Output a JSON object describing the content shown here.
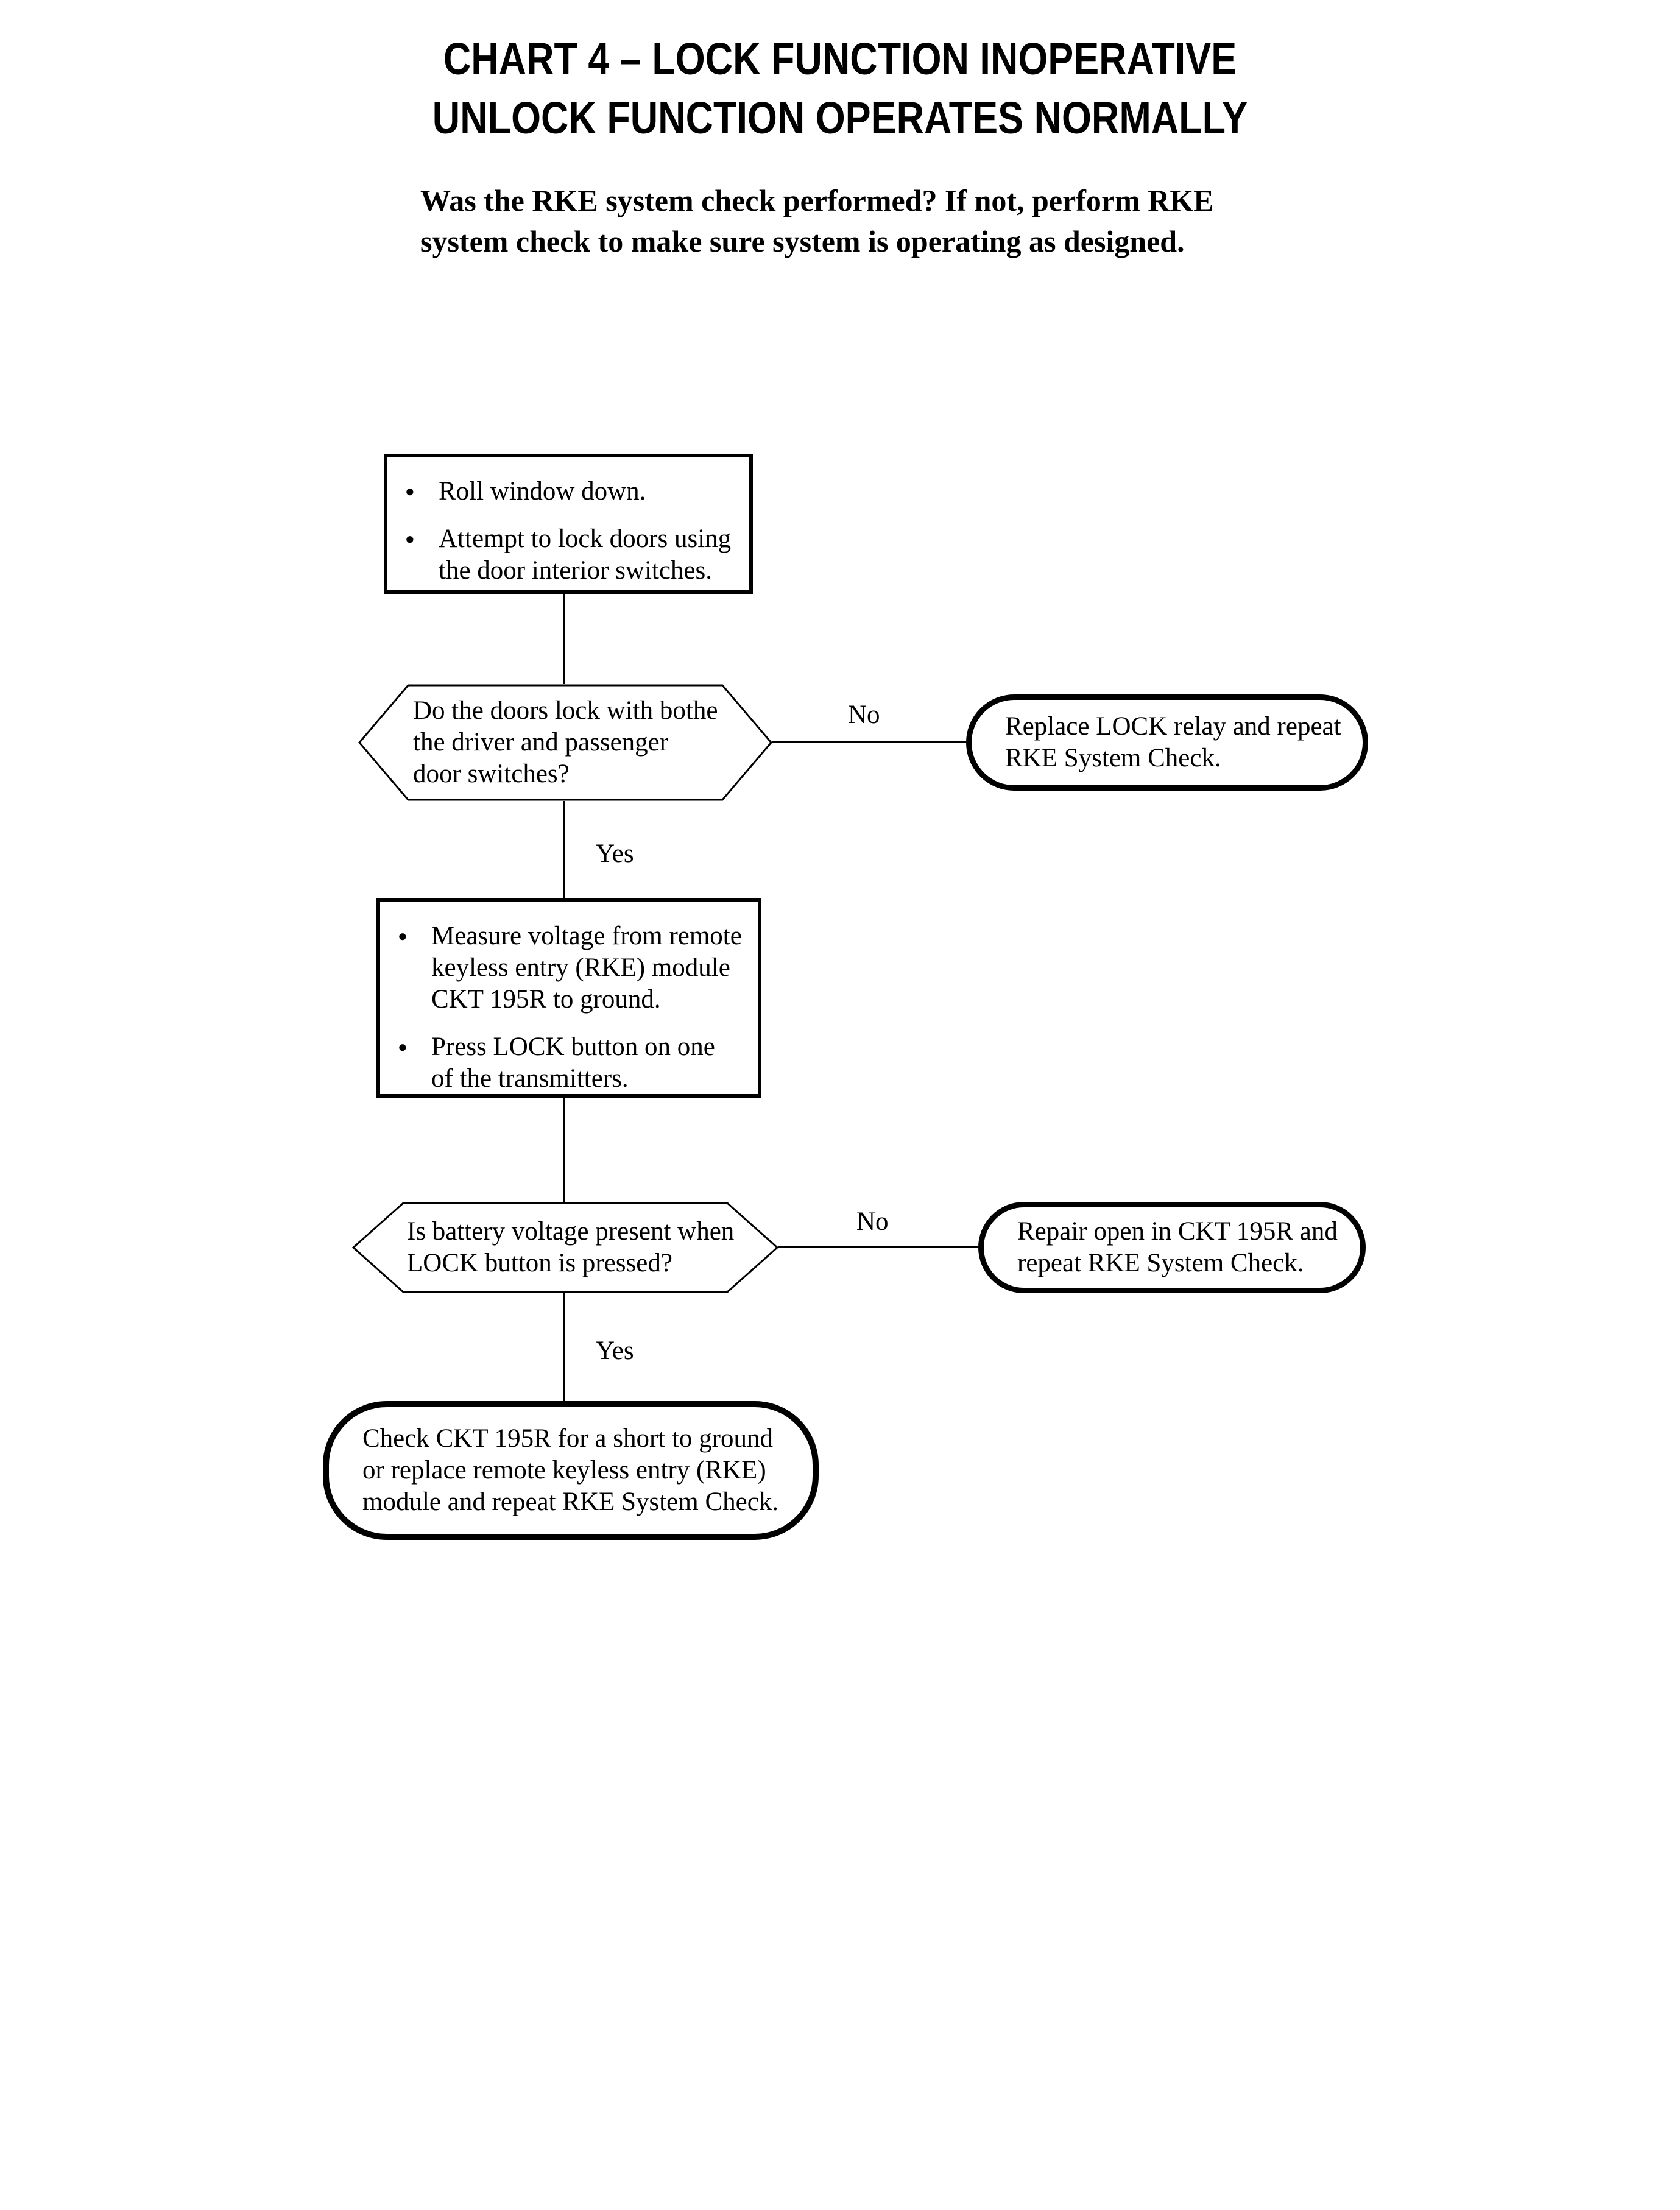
{
  "title": {
    "line1": "CHART 4 – LOCK FUNCTION INOPERATIVE",
    "line2": "UNLOCK FUNCTION OPERATES NORMALLY"
  },
  "intro": {
    "text": "Was the RKE system check performed? If not, perform RKE\nsystem check to make sure system is operating as designed."
  },
  "flowchart": {
    "step1": {
      "bullets": [
        {
          "marker": "●",
          "text": "Roll window down."
        },
        {
          "marker": "●",
          "text": "Attempt to lock doors using\nthe door interior switches."
        }
      ]
    },
    "decision1": {
      "question": "Do the doors lock with bothe\nthe driver and passenger\ndoor switches?",
      "no_label": "No",
      "yes_label": "Yes"
    },
    "no_action1": {
      "text": "Replace LOCK relay and repeat\nRKE System Check."
    },
    "step2": {
      "bullets": [
        {
          "marker": "●",
          "text": "Measure voltage from remote\nkeyless entry (RKE) module\nCKT 195R to ground."
        },
        {
          "marker": "●",
          "text": "Press LOCK button on one\nof the transmitters."
        }
      ]
    },
    "decision2": {
      "question": "Is battery voltage present when\nLOCK button is pressed?",
      "no_label": "No",
      "yes_label": "Yes"
    },
    "no_action2": {
      "text": "Repair open in CKT 195R and\nrepeat RKE System Check."
    },
    "terminal": {
      "text": "Check CKT 195R for a short to ground\nor replace remote keyless entry (RKE)\nmodule and repeat RKE System Check."
    }
  },
  "colors": {
    "ink": "#000000",
    "paper": "#ffffff"
  }
}
